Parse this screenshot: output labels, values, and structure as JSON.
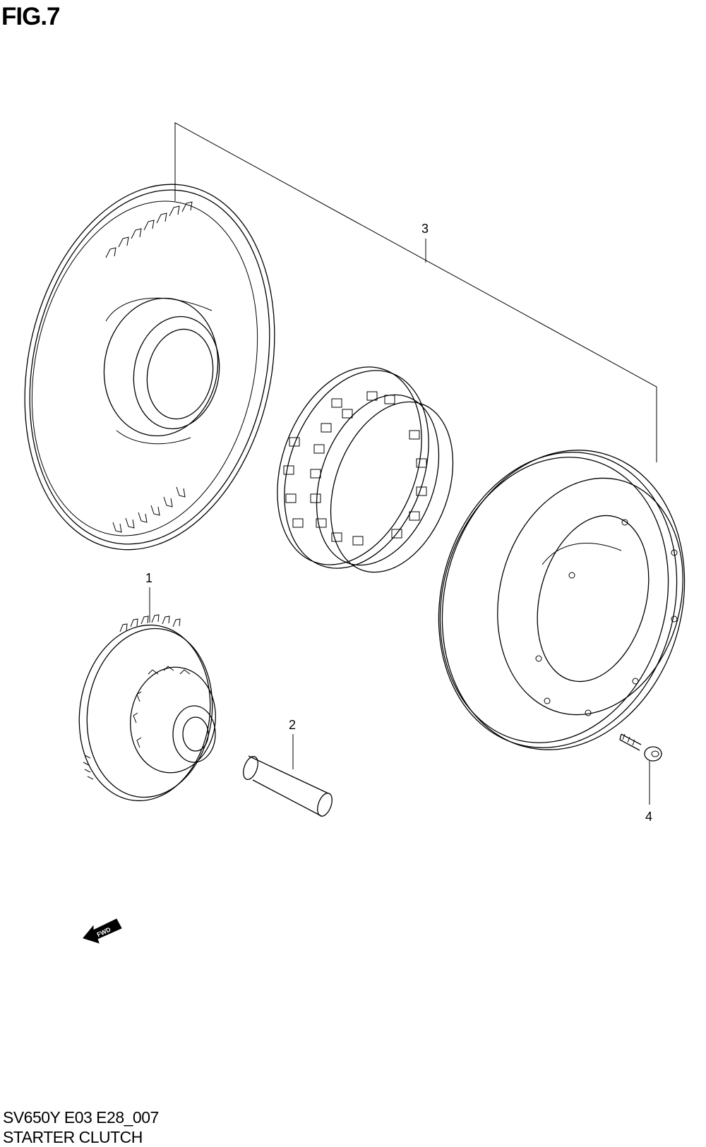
{
  "figure": {
    "title": "FIG.7",
    "code": "SV650Y E03 E28_007",
    "name": "STARTER CLUTCH"
  },
  "callouts": [
    {
      "id": "1",
      "label": "1"
    },
    {
      "id": "2",
      "label": "2"
    },
    {
      "id": "3",
      "label": "3"
    },
    {
      "id": "4",
      "label": "4"
    }
  ],
  "fwd_marker": {
    "label": "FWD",
    "icon": "fwd-arrow-icon"
  }
}
